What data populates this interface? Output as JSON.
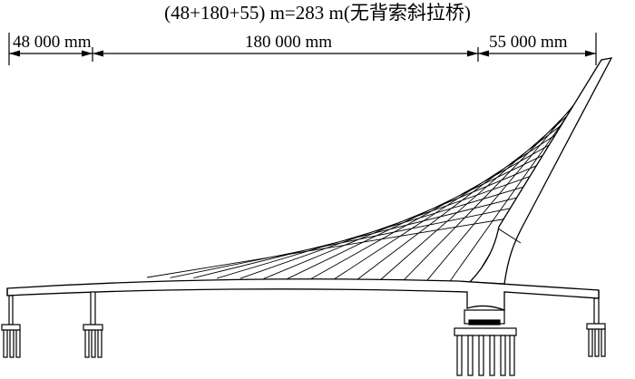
{
  "title": "(48+180+55) m=283 m(无背索斜拉桥)",
  "spans": [
    {
      "label": "48 000 mm",
      "length_mm": 48000
    },
    {
      "label": "180 000 mm",
      "length_mm": 180000
    },
    {
      "label": "55 000 mm",
      "length_mm": 55000
    }
  ],
  "colors": {
    "line": "#000000",
    "background": "#ffffff"
  }
}
